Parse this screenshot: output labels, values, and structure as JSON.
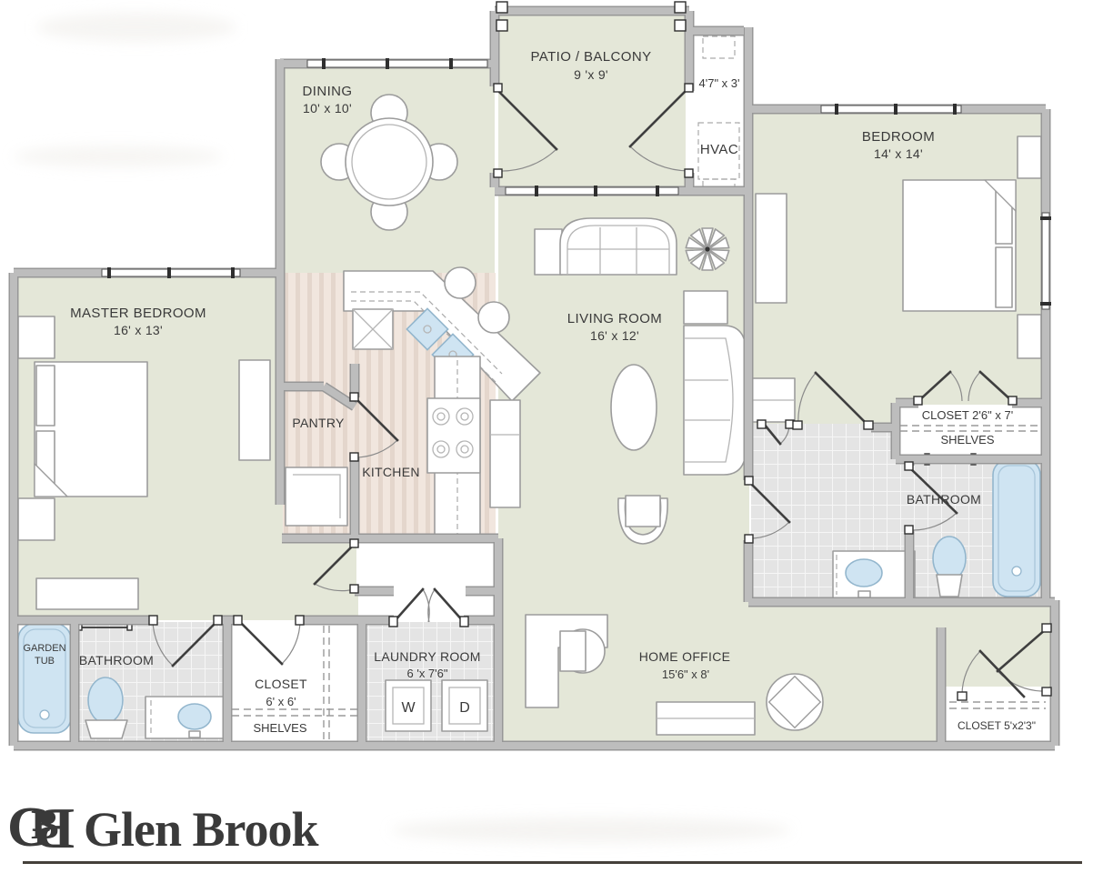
{
  "brand": {
    "name": "Glen Brook"
  },
  "colors": {
    "floor_green": "#e4e7d8",
    "kitchen_floor": "#f1e6de",
    "kitchen_stripe": "#e4d6cc",
    "tile_floor": "#e4e4e4",
    "tile_line": "#f6f6f6",
    "wall_gray": "#979797",
    "wall_fill": "#bdbdbd",
    "fixture_blue": "#cfe4f2",
    "label_text": "#3a3a3a",
    "logo_gold": "#e2a93b",
    "logo_brown": "#564b41",
    "footer_rule": "#45403a"
  },
  "rooms": {
    "patio": {
      "name": "PATIO / BALCONY",
      "dims": "9 'x 9'"
    },
    "hvac": {
      "dims": "4'7\" x 3'",
      "unit": "HVAC"
    },
    "dining": {
      "name": "DINING",
      "dims": "10' x 10'"
    },
    "bedroom": {
      "name": "BEDROOM",
      "dims": "14' x 14'"
    },
    "master_bedroom": {
      "name": "MASTER BEDROOM",
      "dims": "16' x 13'"
    },
    "living_room": {
      "name": "LIVING ROOM",
      "dims": "16' x 12'"
    },
    "pantry": {
      "name": "PANTRY"
    },
    "kitchen": {
      "name": "KITCHEN"
    },
    "closet_bedroom": {
      "name": "CLOSET 2'6\" x 7'",
      "shelves": "SHELVES"
    },
    "bathroom_bedroom": {
      "name": "BATHROOM"
    },
    "master_bath": {
      "name": "BATHROOM",
      "garden_tub_line1": "GARDEN",
      "garden_tub_line2": "TUB"
    },
    "closet_master": {
      "name": "CLOSET",
      "dims": "6' x 6'",
      "shelves": "SHELVES"
    },
    "laundry": {
      "name": "LAUNDRY ROOM",
      "dims": "6 'x 7'6\"",
      "washer": "W",
      "dryer": "D"
    },
    "home_office": {
      "name": "HOME OFFICE",
      "dims": "15'6\" x 8'"
    },
    "closet_entry": {
      "name": "CLOSET 5'x2'3\""
    }
  }
}
